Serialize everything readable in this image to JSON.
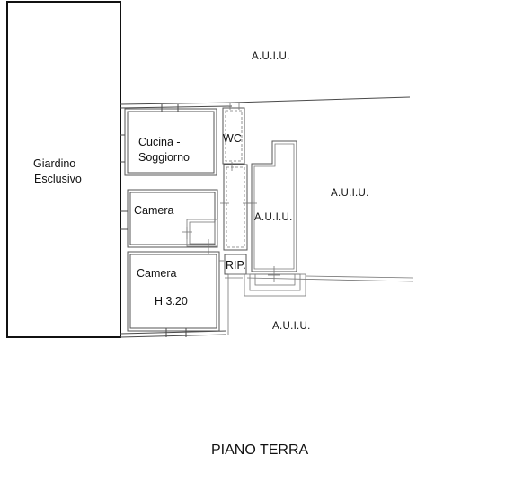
{
  "plan": {
    "title": "PIANO TERRA",
    "garden": {
      "line1": "Giardino",
      "line2": "Esclusivo"
    },
    "rooms": {
      "kitchen": {
        "line1": "Cucina -",
        "line2": "Soggiorno"
      },
      "wc": "WC",
      "camera_upper": "Camera",
      "camera_lower": "Camera",
      "height": "H 3.20",
      "rip": "RIP."
    },
    "auiu": {
      "top": "A.U.I.U.",
      "right": "A.U.I.U.",
      "center": "A.U.I.U.",
      "bottom": "A.U.I.U."
    }
  }
}
